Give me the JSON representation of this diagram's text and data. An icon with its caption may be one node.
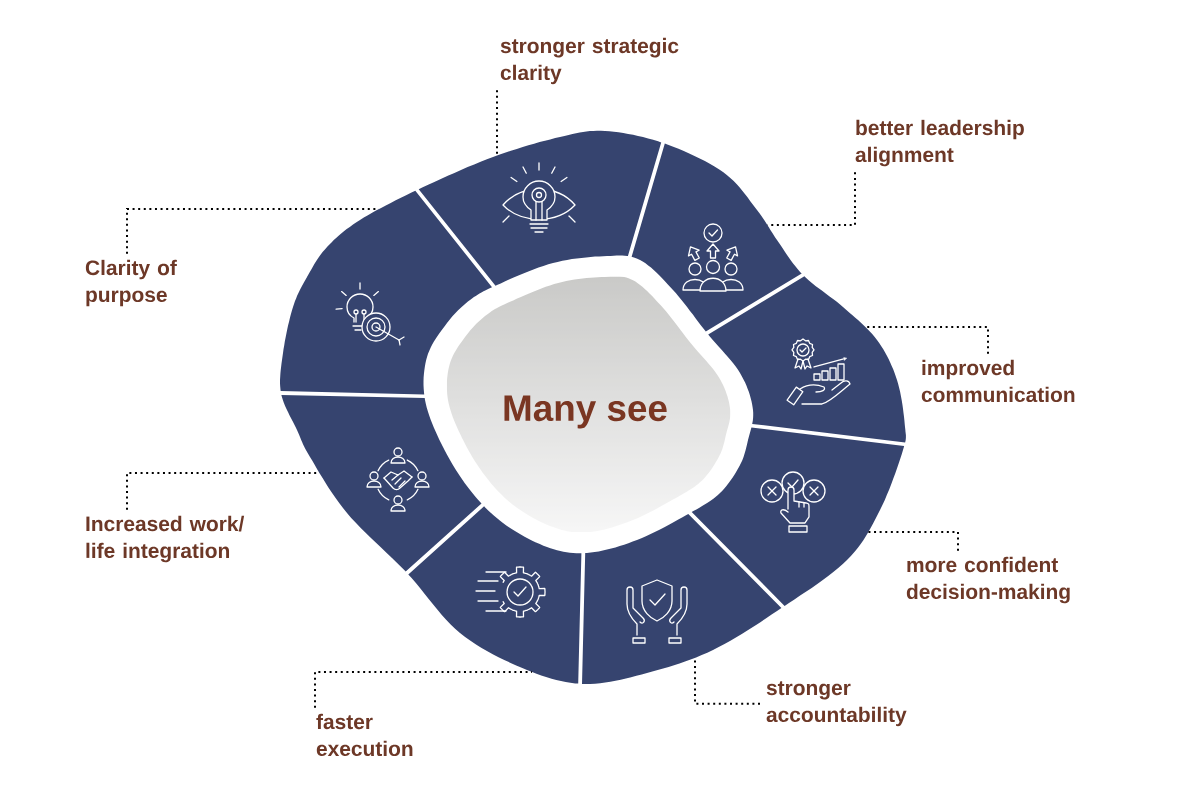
{
  "diagram": {
    "nodes": [
      {
        "text": [
          "Many see"
        ]
      },
      {
        "text": [],
        "shape": "segment"
      },
      {
        "text": [],
        "shape": "segment"
      },
      {
        "text": [],
        "shape": "segment"
      },
      {
        "text": [],
        "shape": "segment"
      },
      {
        "text": [],
        "shape": "segment"
      },
      {
        "text": [],
        "shape": "segment"
      },
      {
        "text": [],
        "shape": "segment"
      },
      {
        "text": [],
        "shape": "segment"
      },
      {
        "text": [
          "stronger strategic clarity"
        ]
      },
      {
        "text": [
          "better leadership alignment"
        ]
      },
      {
        "text": [
          "Clarity of purpose"
        ]
      },
      {
        "text": [
          "improved communication"
        ]
      },
      {
        "text": [
          "Increased work/ life integration"
        ]
      },
      {
        "text": [
          "more confident decision-making"
        ]
      },
      {
        "text": [
          "stronger accountability"
        ]
      },
      {
        "text": [
          "faster execution"
        ]
      }
    ],
    "edges": [
      {
        "from": 9,
        "to": 1,
        "arrow": "none"
      },
      {
        "from": 10,
        "to": 2,
        "arrow": "none"
      },
      {
        "from": 11,
        "to": 8,
        "arrow": "none"
      },
      {
        "from": 12,
        "to": 3,
        "arrow": "none"
      },
      {
        "from": 13,
        "to": 7,
        "arrow": "none"
      },
      {
        "from": 14,
        "to": 4,
        "arrow": "none"
      },
      {
        "from": 15,
        "to": 5,
        "arrow": "none"
      },
      {
        "from": 16,
        "to": 6,
        "arrow": "none"
      }
    ]
  }
}
